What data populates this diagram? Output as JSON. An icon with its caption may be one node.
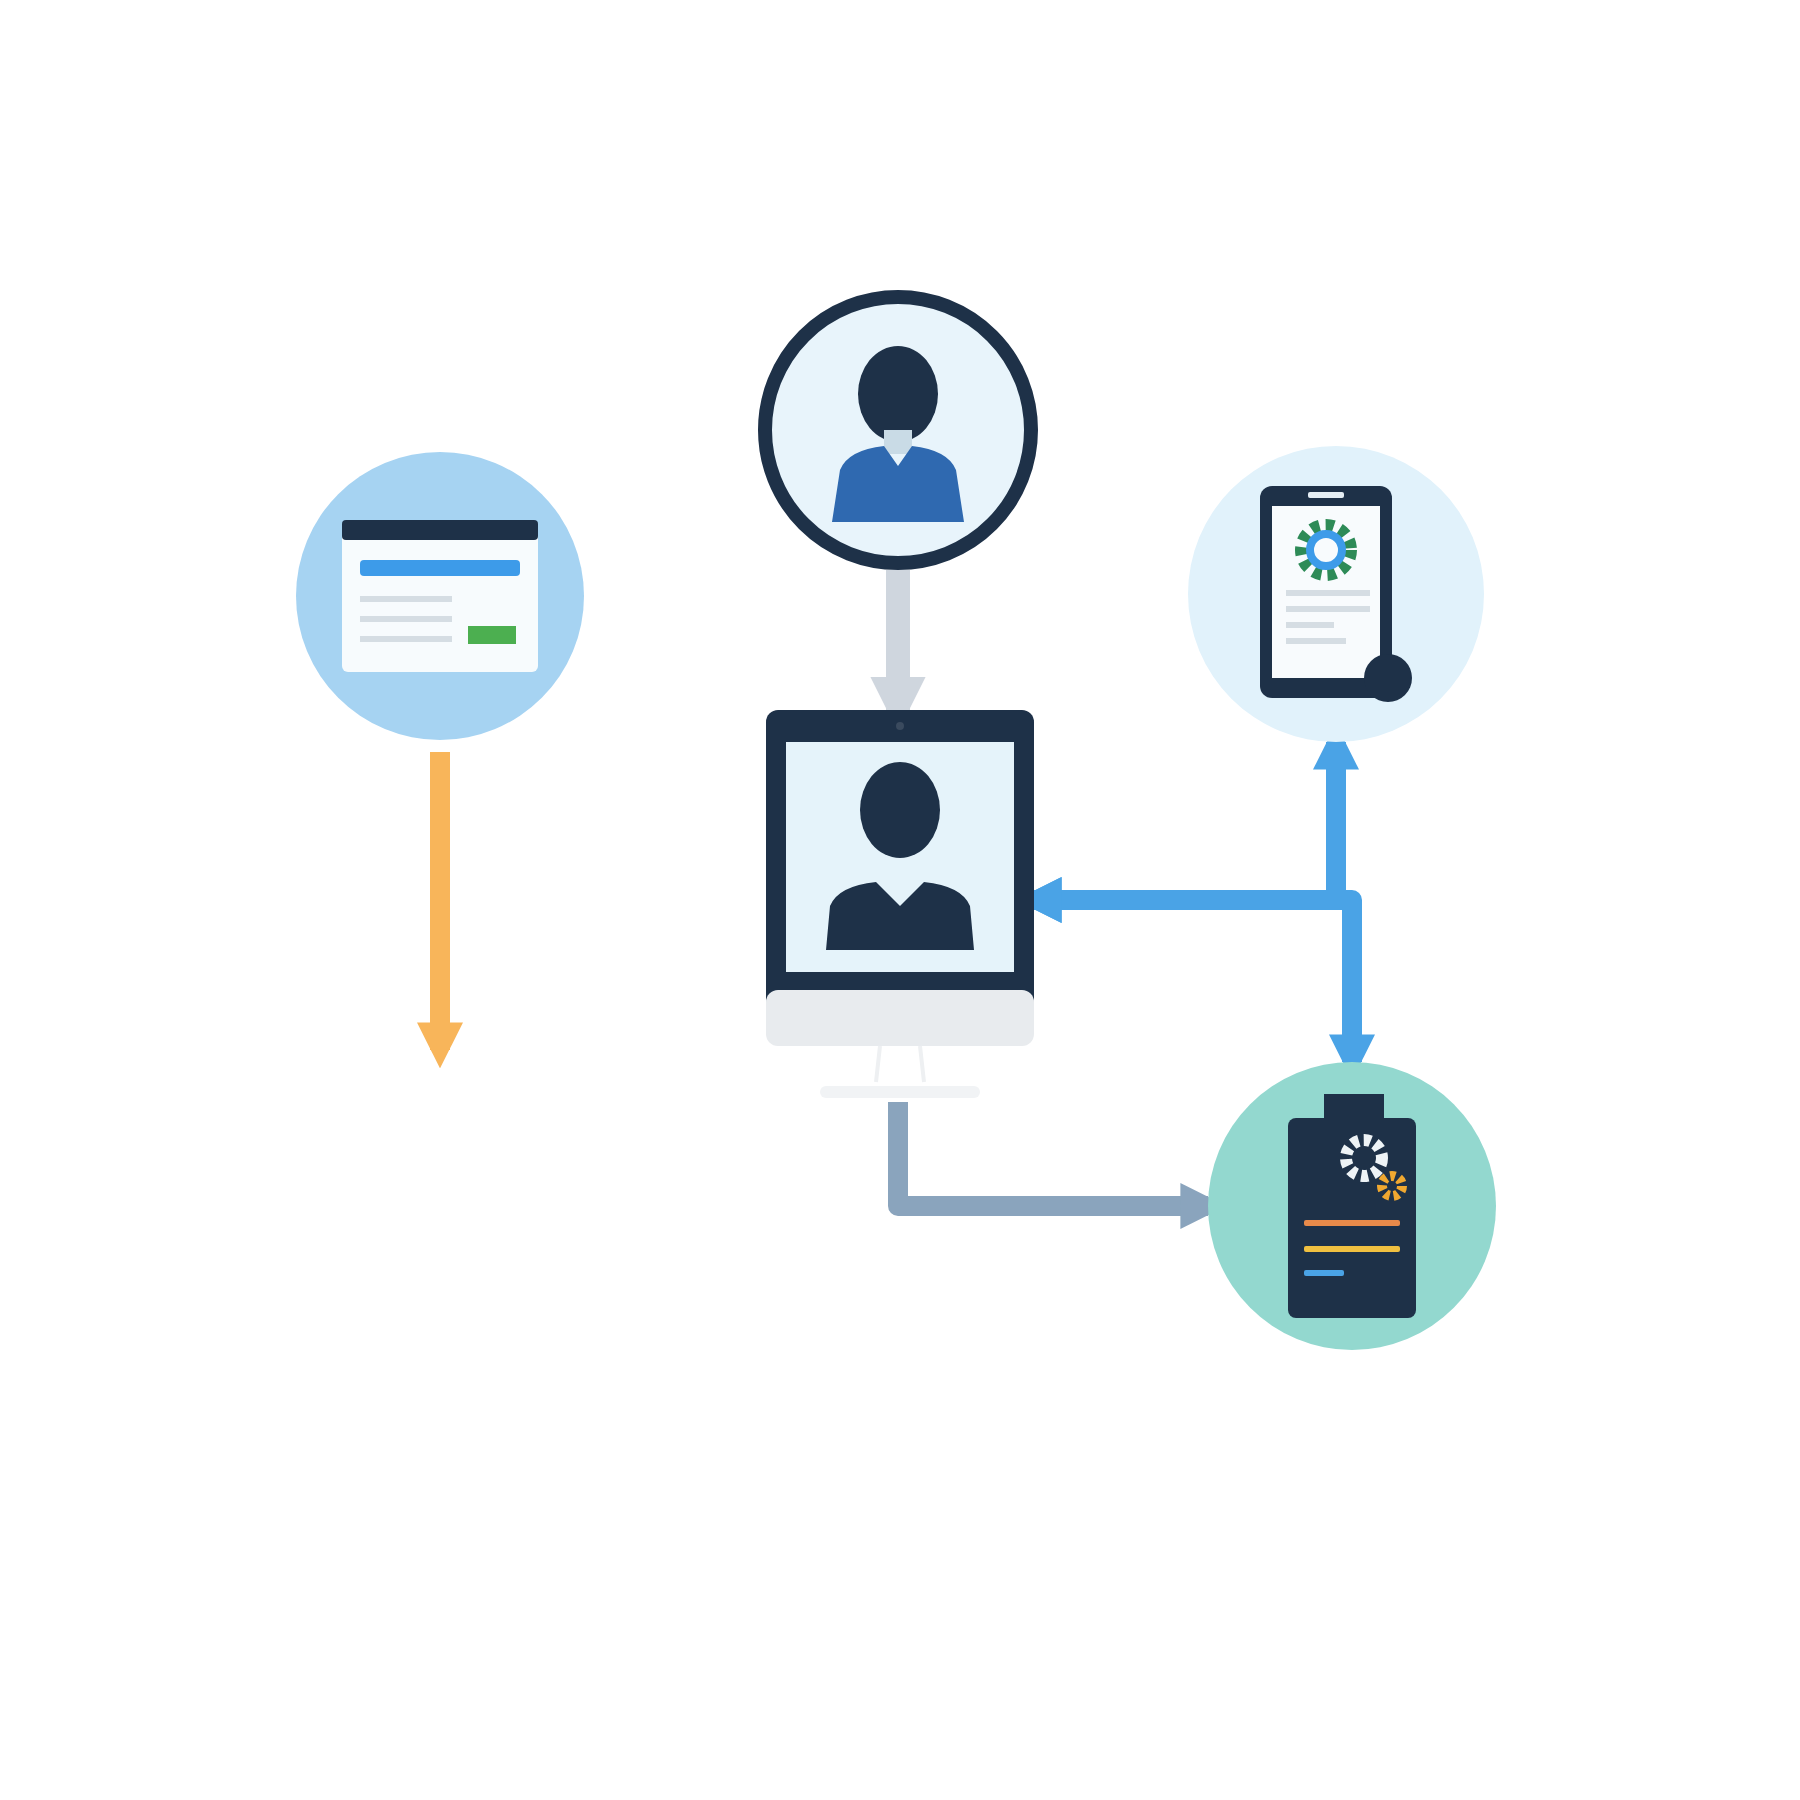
{
  "diagram": {
    "nodes": [
      {
        "text": [],
        "shape": "picture"
      },
      {
        "text": [],
        "shape": "picture"
      },
      {
        "text": [],
        "shape": "picture"
      },
      {
        "text": [],
        "shape": "picture"
      },
      {
        "text": [],
        "shape": "picture"
      }
    ],
    "edges": [
      {
        "from": 1,
        "to": 2,
        "arrow": "to",
        "color": "#cfd6de"
      },
      {
        "from": 0,
        "to": null,
        "arrow": "to",
        "color": "#f8b55a"
      },
      {
        "from": 2,
        "to": 3,
        "arrow": "both"
      },
      {
        "from": 2,
        "to": 4,
        "arrow": "both"
      },
      {
        "from": 2,
        "to": 4,
        "arrow": "to",
        "color": "#8aa4bd"
      }
    ]
  }
}
